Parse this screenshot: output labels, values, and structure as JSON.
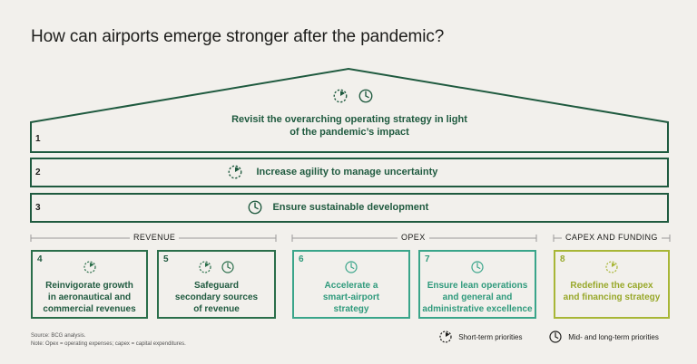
{
  "title": "How can airports emerge stronger after the pandemic?",
  "tiers": [
    {
      "number": "1",
      "label_line1": "Revisit the overarching operating strategy in light",
      "label_line2": "of the pandemic’s impact",
      "icons": [
        "short-term",
        "mid-long-term"
      ]
    },
    {
      "number": "2",
      "label": "Increase agility to manage uncertainty",
      "icons": [
        "short-term"
      ]
    },
    {
      "number": "3",
      "label": "Ensure sustainable development",
      "icons": [
        "mid-long-term"
      ]
    }
  ],
  "categories": {
    "revenue": "REVENUE",
    "opex": "OPEX",
    "capex": "CAPEX AND FUNDING"
  },
  "pillars": [
    {
      "number": "4",
      "line1": "Reinvigorate growth",
      "line2": "in aeronautical and",
      "line3": "commercial revenues",
      "icons": [
        "short-term"
      ],
      "color": "#2a6e4a"
    },
    {
      "number": "5",
      "line1": "Safeguard",
      "line2": "secondary sources",
      "line3": "of revenue",
      "icons": [
        "short-term",
        "mid-long-term"
      ],
      "color": "#2a6e4a"
    },
    {
      "number": "6",
      "line1": "Accelerate a",
      "line2": "smart-airport",
      "line3": "strategy",
      "icons": [
        "mid-long-term"
      ],
      "color": "#3aa58a"
    },
    {
      "number": "7",
      "line1": "Ensure lean operations",
      "line2": "and general and",
      "line3": "administrative excellence",
      "icons": [
        "mid-long-term"
      ],
      "color": "#3aa58a"
    },
    {
      "number": "8",
      "line1": "Redefine the capex",
      "line2": "and financing strategy",
      "line3": "",
      "icons": [
        "short-term"
      ],
      "color": "#a8b636"
    }
  ],
  "footer": {
    "source": "Source: BCG analysis.",
    "note": "Note: Opex = operating expenses; capex = capital expenditures."
  },
  "legend": {
    "short_term": "Short-term priorities",
    "mid_long_term": "Mid- and long-term priorities"
  },
  "colors": {
    "dark_green": "#1f5a3f",
    "teal": "#3aa58a",
    "olive": "#a8b636"
  }
}
